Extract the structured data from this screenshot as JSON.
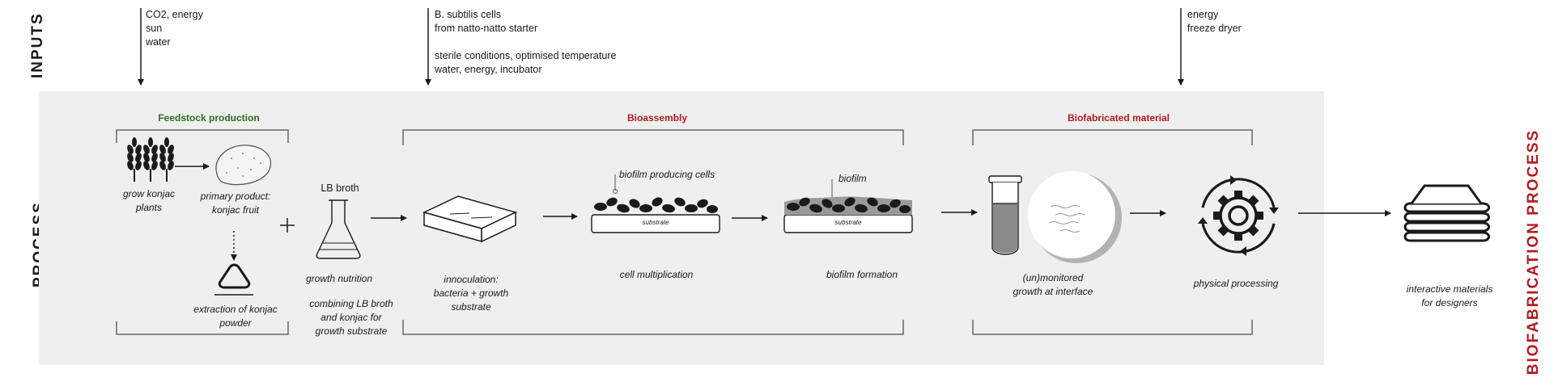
{
  "labels": {
    "inputs": "INPUTS",
    "process": "PROCESS",
    "biofabrication": "BIOFABRICATION PROCESS"
  },
  "inputs": {
    "group1": [
      "CO2, energy",
      "sun",
      "water"
    ],
    "group2": [
      "B. subtilis cells",
      "from natto-natto starter",
      "",
      "sterile conditions, optimised temperature",
      "water, energy, incubator"
    ],
    "group3": [
      "energy",
      "freeze dryer"
    ]
  },
  "sections": {
    "feedstock": "Feedstock production",
    "bioassembly": "Bioassembly",
    "material": "Biofabricated material"
  },
  "steps": {
    "grow": [
      "grow konjac",
      "plants"
    ],
    "primary": [
      "primary product:",
      "konjac fruit"
    ],
    "extraction": [
      "extraction of konjac",
      "powder"
    ],
    "lb_broth": "LB broth",
    "growth_nutrition": "growth nutrition",
    "combining": [
      "combining LB broth",
      "and konjac for",
      "growth substrate"
    ],
    "innoculation": [
      "innoculation:",
      "bacteria + growth",
      "substrate"
    ],
    "cell_mult": "cell multiplication",
    "biofilm_form": "biofilm formation",
    "biofilm_cells": "biofilm producing cells",
    "biofilm": "biofilm",
    "substrate": "substrate",
    "monitored": [
      "(un)monitored",
      "growth at interface"
    ],
    "physical": "physical processing",
    "interactive": [
      "interactive materials",
      "for designers"
    ]
  },
  "colors": {
    "feedstock_title": "#2e6b1e",
    "section_title": "#b01c22",
    "process_bg": "#efefef",
    "line": "#555555"
  },
  "icons": [
    "wheat-icon",
    "konjac-fruit-icon",
    "powder-heap-icon",
    "flask-icon",
    "substrate-tray-icon",
    "bacteria-cluster-icon",
    "test-tube-icon",
    "petri-dish-icon",
    "gear-cycle-icon",
    "folded-sheets-icon"
  ]
}
